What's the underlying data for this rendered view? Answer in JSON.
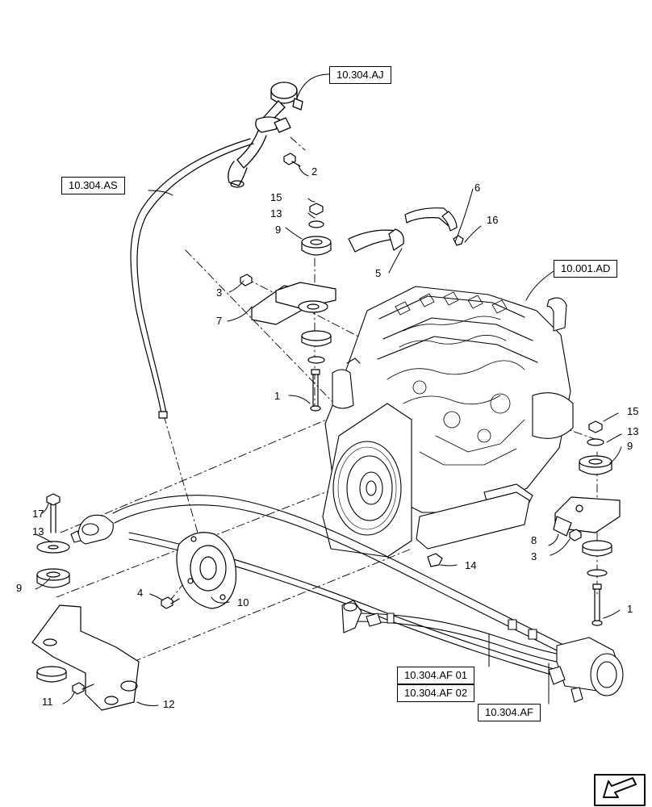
{
  "references": {
    "aj": "10.304.AJ",
    "as": "10.304.AS",
    "ad": "10.001.AD",
    "af01": "10.304.AF 01",
    "af02": "10.304.AF 02",
    "af": "10.304.AF"
  },
  "callouts": {
    "c1a": "1",
    "c1b": "1",
    "c2": "2",
    "c3a": "3",
    "c3b": "3",
    "c4": "4",
    "c5": "5",
    "c6": "6",
    "c7": "7",
    "c8": "8",
    "c9a": "9",
    "c9b": "9",
    "c9c": "9",
    "c10": "10",
    "c11": "11",
    "c12": "12",
    "c13a": "13",
    "c13b": "13",
    "c13c": "13",
    "c14": "14",
    "c15a": "15",
    "c15b": "15",
    "c16": "16",
    "c17": "17"
  },
  "icons": {
    "nav": "next-page-arrow-icon"
  }
}
